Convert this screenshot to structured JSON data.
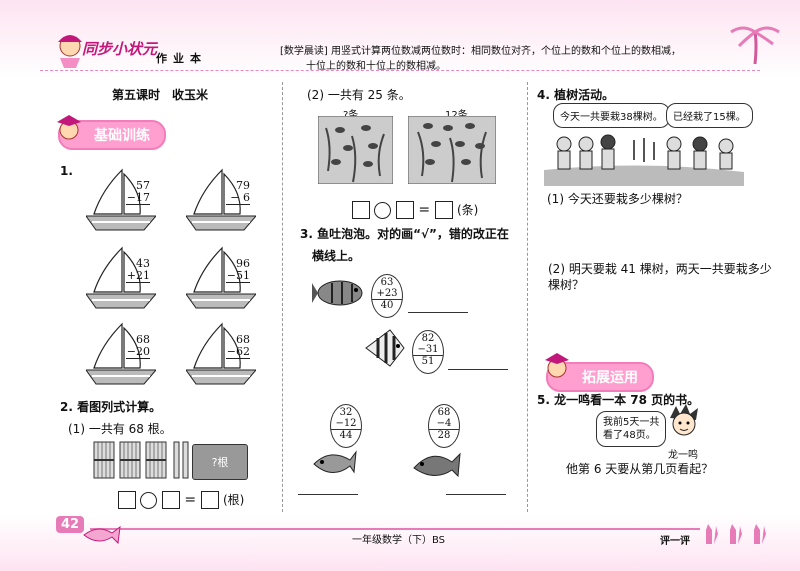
{
  "header": {
    "logo": "同步小状元",
    "zuoye": "作业本",
    "tip_line1": "[数学晨读] 用竖式计算两位数减两位数时：相同数位对齐，个位上的数和个位上的数相减，",
    "tip_line2": "十位上的数和十位上的数相减。"
  },
  "left": {
    "lesson": "第五课时　收玉米",
    "section_title": "基础训练",
    "q1_no": "1.",
    "boats": [
      {
        "a": "57",
        "b": "−17"
      },
      {
        "a": "79",
        "b": "−  6"
      },
      {
        "a": "43",
        "b": "+21"
      },
      {
        "a": "96",
        "b": "−51"
      },
      {
        "a": "68",
        "b": "−20"
      },
      {
        "a": "68",
        "b": "−62"
      }
    ],
    "q2": "2. 看图列式计算。",
    "q2_1": "(1) 一共有 68 根。",
    "q2_1_box": "?根",
    "q2_1_unit": "(根)"
  },
  "middle": {
    "q2_2": "(2) 一共有 25 条。",
    "label_left": "?条",
    "label_right": "12条",
    "unit": "(条)",
    "q3_line1": "3. 鱼吐泡泡。对的画“√”，错的改正在",
    "q3_line2": "横线上。",
    "calcs": [
      {
        "a": "63",
        "b": "+23",
        "c": "40"
      },
      {
        "a": "82",
        "b": "−31",
        "c": "51"
      },
      {
        "a": "32",
        "b": "−12",
        "c": "44"
      },
      {
        "a": "68",
        "b": "−4",
        "c": "28"
      }
    ]
  },
  "right": {
    "q4": "4. 植树活动。",
    "bubble1": "今天一共要栽38棵树。",
    "bubble2": "已经栽了15棵。",
    "q4_1": "(1) 今天还要栽多少棵树？",
    "q4_2a": "(2) 明天要栽 41 棵树，两天一共要栽多少",
    "q4_2b": "棵树？",
    "section_title": "拓展运用",
    "q5": "5. 龙一鸣看一本 78 页的书。",
    "bubble3a": "我前5天一共",
    "bubble3b": "看了48页。",
    "name": "龙一鸣",
    "q5_text": "他第 6 天要从第几页看起？"
  },
  "footer": {
    "page": "42",
    "course": "一年级数学（下）BS",
    "rate": "评一评"
  }
}
